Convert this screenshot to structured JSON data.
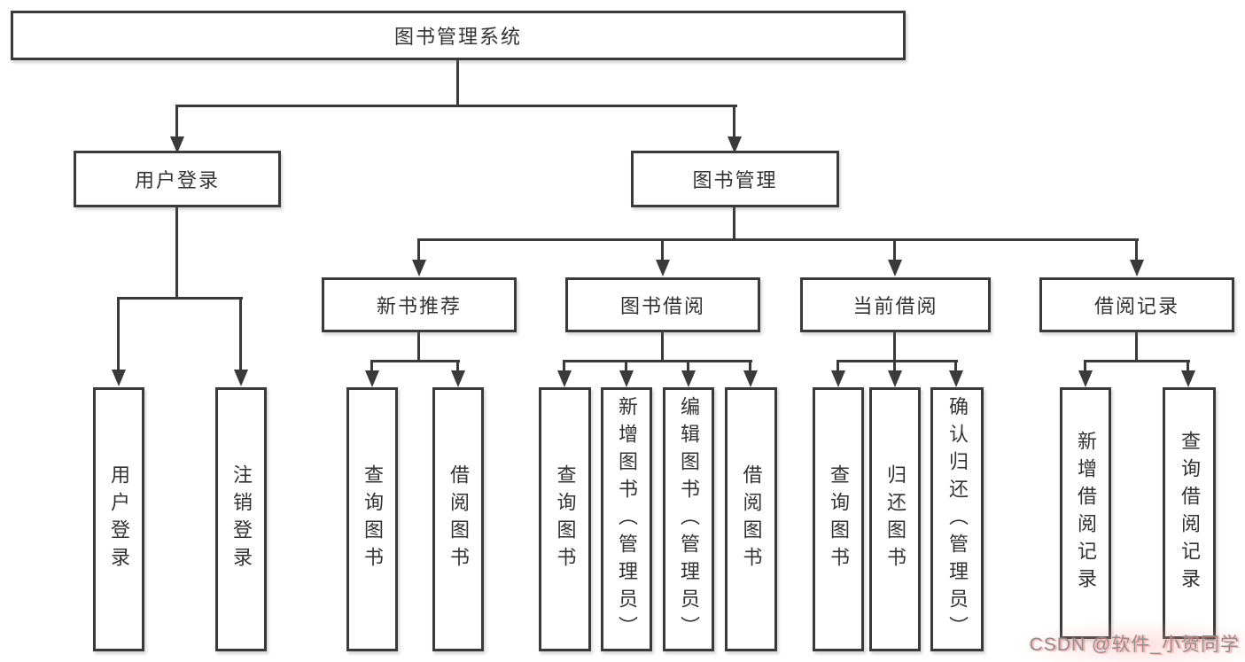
{
  "diagram": {
    "root": "图书管理系统",
    "branches": [
      {
        "label": "用户登录",
        "children": [
          "用户登录",
          "注销登录"
        ]
      },
      {
        "label": "图书管理",
        "sections": [
          {
            "label": "新书推荐",
            "children": [
              "查询图书",
              "借阅图书"
            ]
          },
          {
            "label": "图书借阅",
            "children": [
              "查询图书",
              "新增图书（管理员）",
              "编辑图书（管理员）",
              "借阅图书"
            ]
          },
          {
            "label": "当前借阅",
            "children": [
              "查询图书",
              "归还图书",
              "确认归还（管理员）"
            ]
          },
          {
            "label": "借阅记录",
            "children": [
              "新增借阅记录",
              "查询借阅记录"
            ]
          }
        ]
      }
    ]
  },
  "watermark": {
    "text": "CSDN @软件_小贺同学"
  },
  "colors": {
    "line": "#3a3a3a",
    "text": "#333333",
    "background": "#ffffff",
    "watermark_text": "#8f8f8f",
    "watermark_accent": "#ff9e9e"
  }
}
